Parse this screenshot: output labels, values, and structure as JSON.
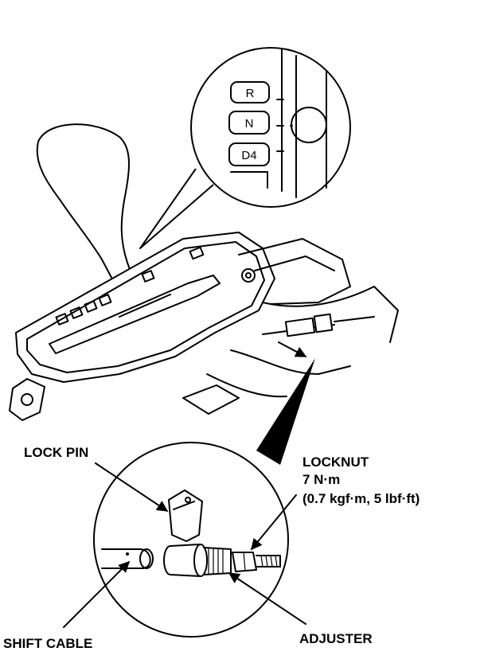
{
  "selector": {
    "positions": [
      "R",
      "N",
      "D4"
    ]
  },
  "labels": {
    "lock_pin": "LOCK PIN",
    "locknut": "LOCKNUT",
    "torque_metric": "7 N·m",
    "torque_imperial": "(0.7 kgf·m, 5 lbf·ft)",
    "shift_cable": "SHIFT CABLE",
    "adjuster": "ADJUSTER"
  }
}
